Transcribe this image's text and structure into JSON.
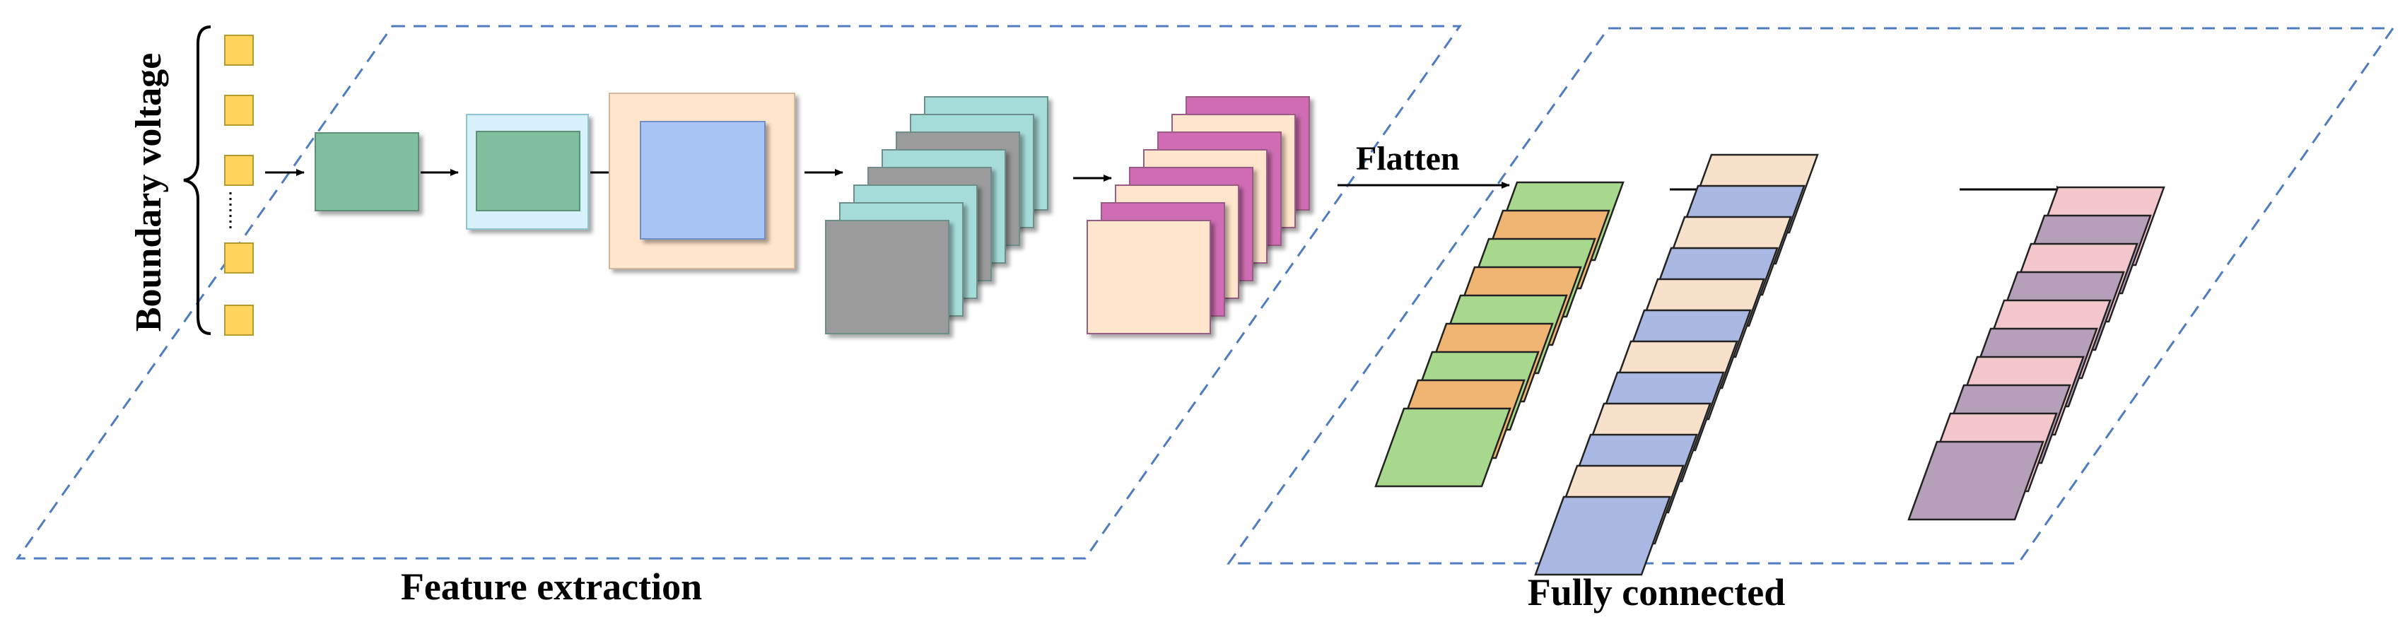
{
  "labels": {
    "input": "Boundary voltage",
    "flatten": "Flatten",
    "feature_section": "Feature extraction",
    "fc_section": "Fully connected"
  },
  "colors": {
    "region_border": "#4f7cc0",
    "input_node": "#ffd45c",
    "green_block": "#80bf9e",
    "light_cyan": "#d6f1f9",
    "peach": "#ffe5cc",
    "blue_block": "#a8c4f5",
    "gray": "#9b9b9b",
    "teal": "#a6dcd8",
    "magenta": "#cf6cb4",
    "fc_green": "#a8d88e",
    "fc_orange": "#f0b473",
    "fc_blue": "#a9b7e3",
    "fc_peach": "#f8e1cb",
    "fc_pink": "#f3c6cc",
    "fc_mauve": "#b59fb9"
  }
}
